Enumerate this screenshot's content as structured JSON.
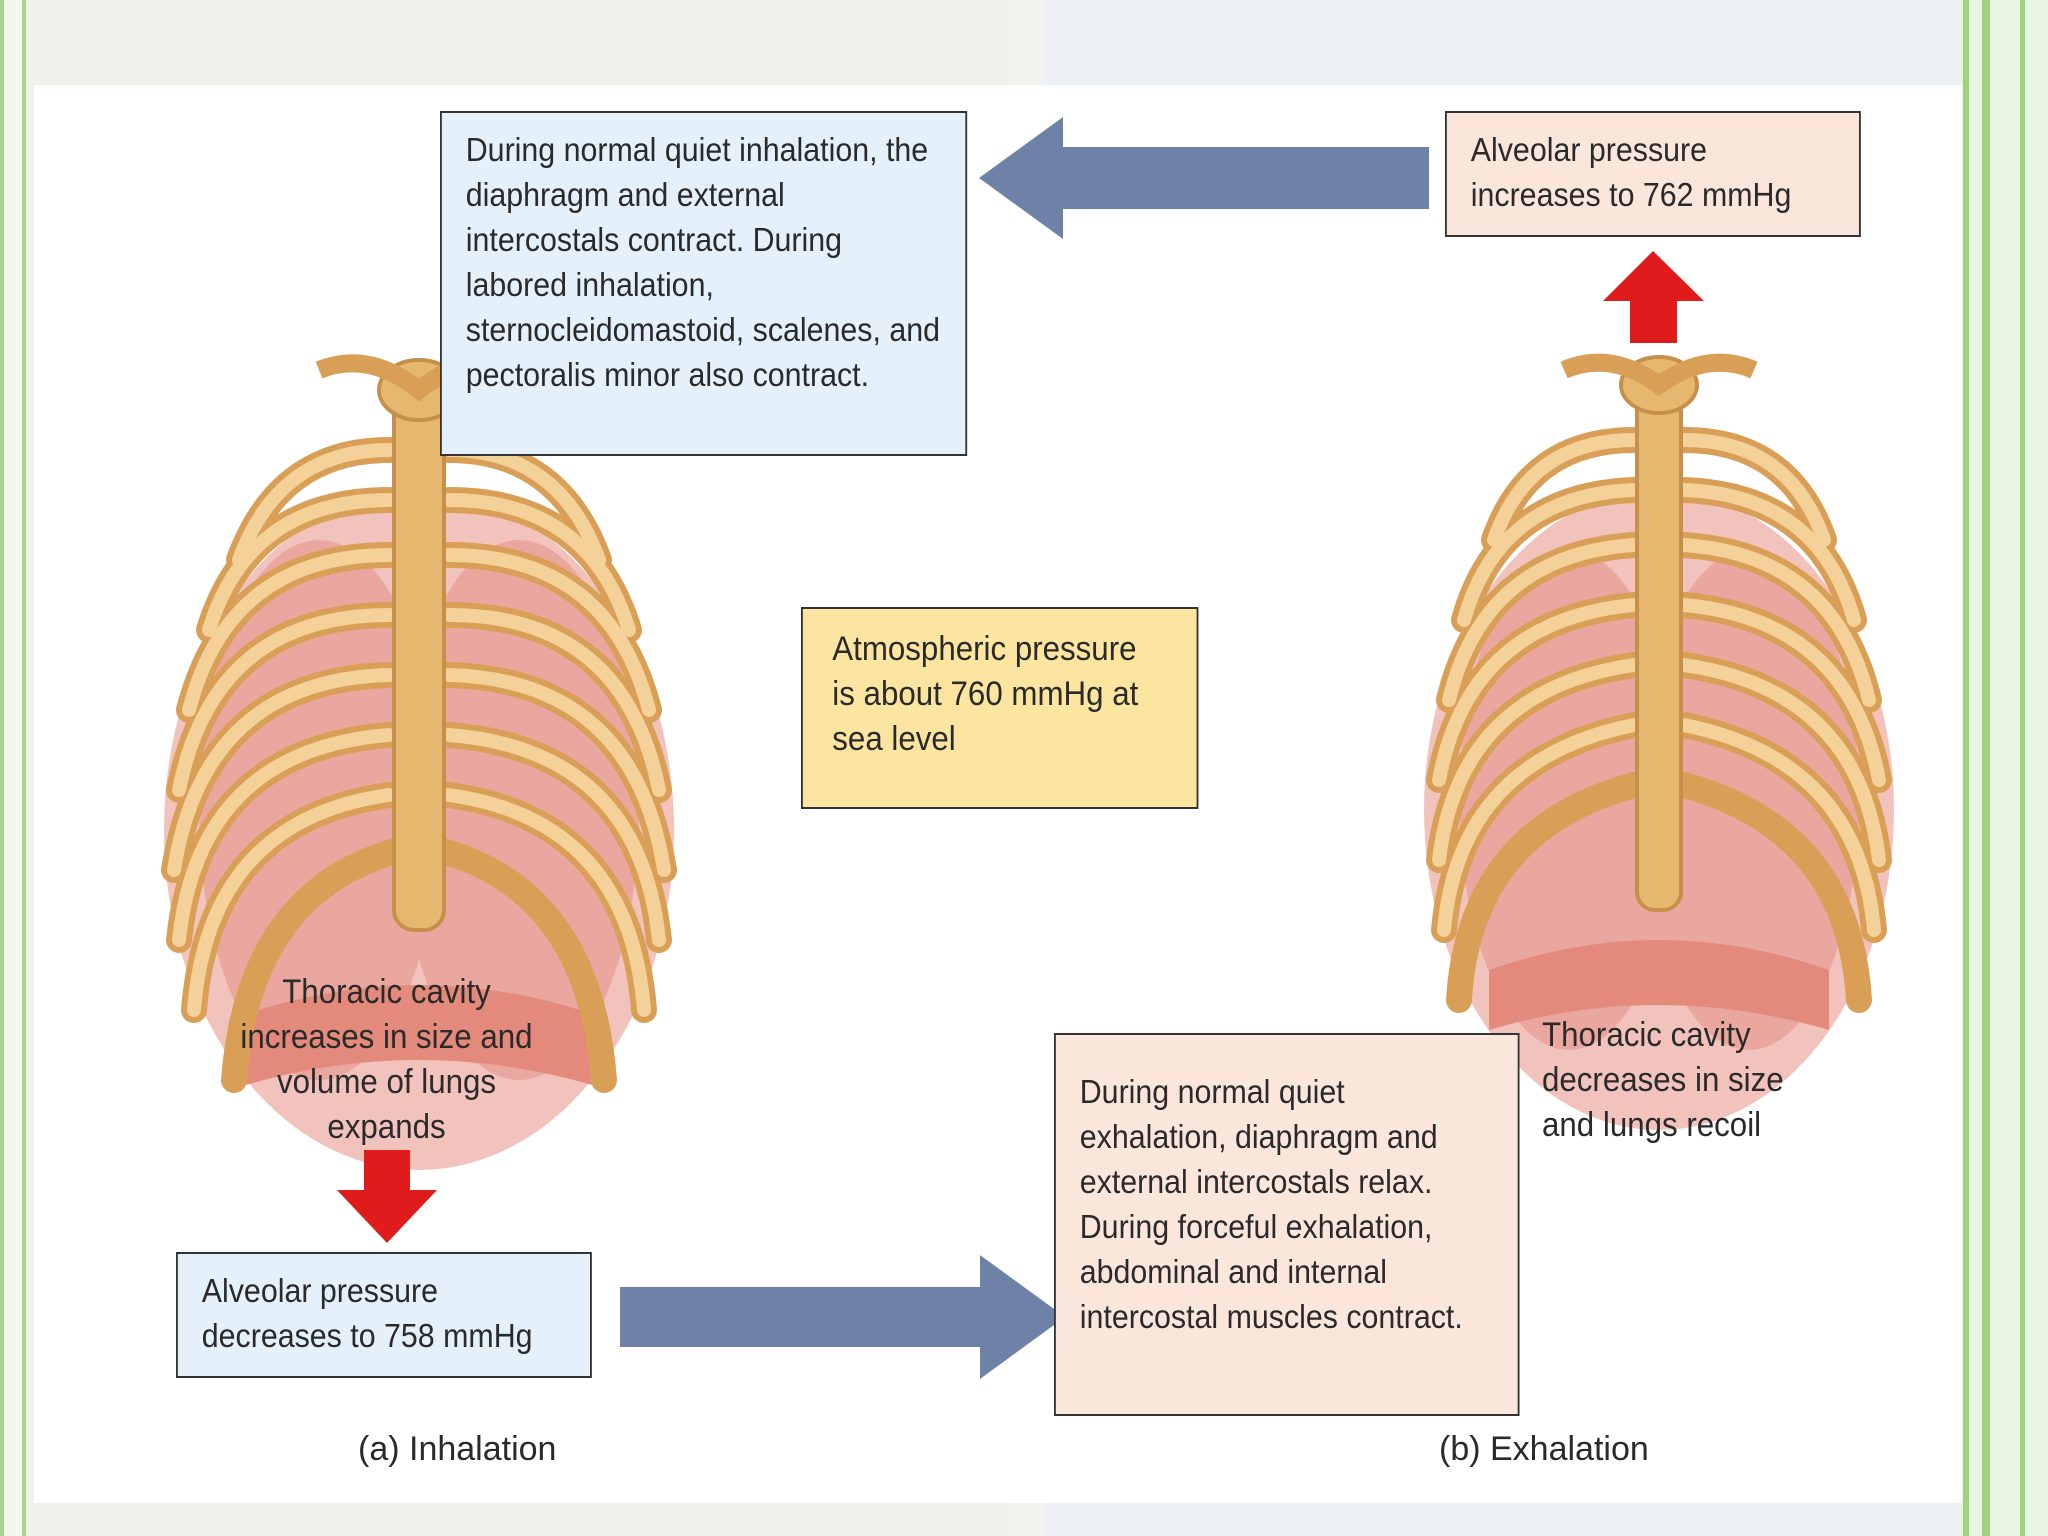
{
  "inhalation_muscles_text": "During normal quiet inhalation, the diaphragm and external intercostals contract. During labored inhalation, sternocleidomastoid, scalenes, and pectoralis minor also contract.",
  "alveolar_increase_text": "Alveolar pressure increases to 762 mmHg",
  "atmospheric_text": "Atmospheric pressure is about 760 mmHg at sea level",
  "thoracic_increase_text": "Thoracic cavity increases in size and volume of lungs expands",
  "thoracic_decrease_text": "Thoracic cavity decreases in size and lungs recoil",
  "alveolar_decrease_text": "Alveolar pressure decreases to 758 mmHg",
  "exhalation_muscles_text": "During normal quiet exhalation, diaphragm and external intercostals relax. During forceful exhalation, abdominal and internal intercostal muscles contract.",
  "caption_inhalation": "(a) Inhalation",
  "caption_exhalation": "(b) Exhalation",
  "colors": {
    "flow_arrow": "#6d82a6",
    "pressure_arrow": "#e01b1b",
    "box_blue": "#e4f1fb",
    "box_pink": "#fbe6dc",
    "box_yellow": "#fbe5a0",
    "bone": "#e8c07e",
    "lung": "#eab0a8"
  },
  "icons": [
    "ribcage-illustration",
    "arrow-left",
    "arrow-right",
    "arrow-up",
    "arrow-down"
  ]
}
